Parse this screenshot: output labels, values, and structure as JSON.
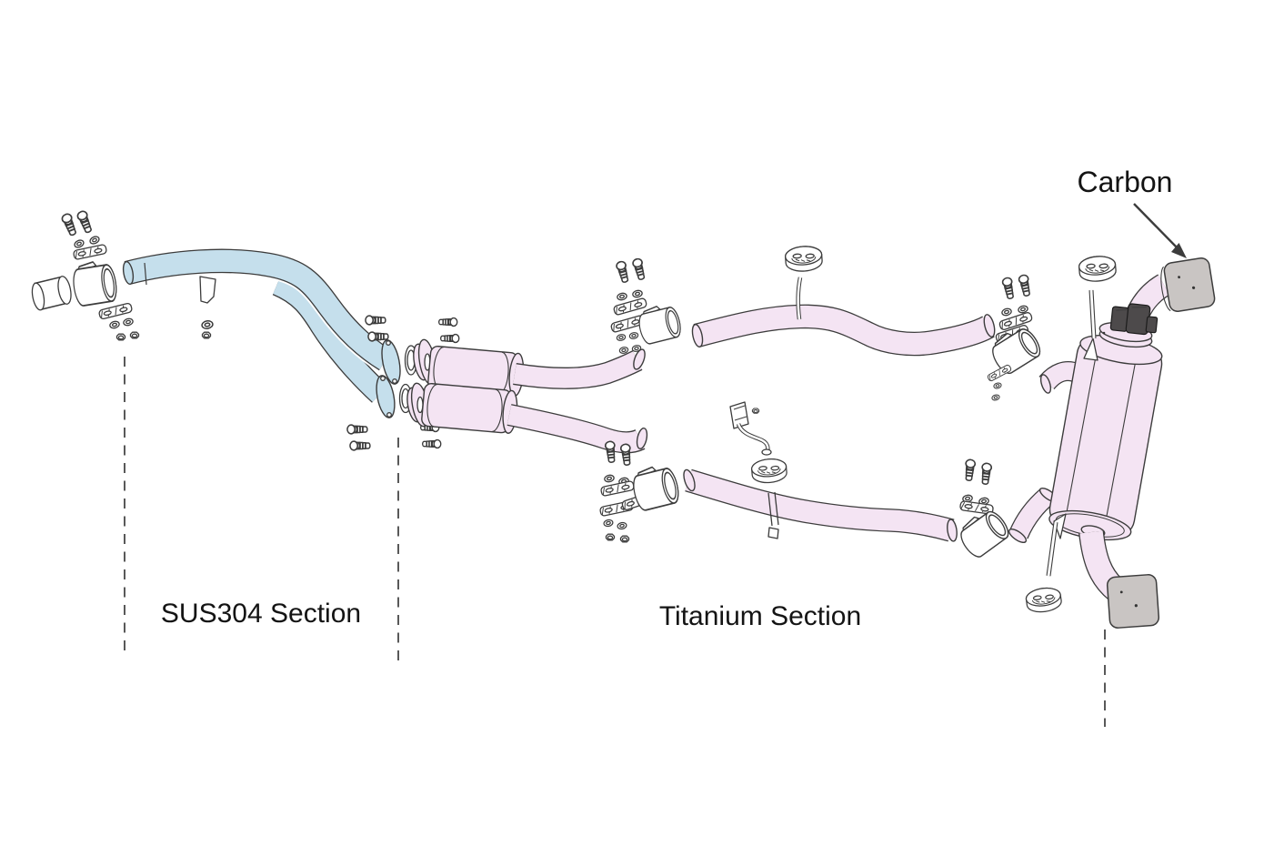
{
  "sections": {
    "sus304": {
      "label": "SUS304 Section",
      "color": "#c5dfec"
    },
    "titanium": {
      "label": "Titanium Section",
      "color": "#f4e4f3"
    },
    "carbon": {
      "label": "Carbon",
      "color": "#c9c5c3"
    }
  },
  "colors": {
    "sus": "#c5dfec",
    "ti": "#f4e4f3",
    "carbon": "#c9c5c3",
    "line": "#3c3c3c",
    "hw": "#ffffff",
    "act": "#4d4a4b",
    "bg": "#ffffff"
  }
}
